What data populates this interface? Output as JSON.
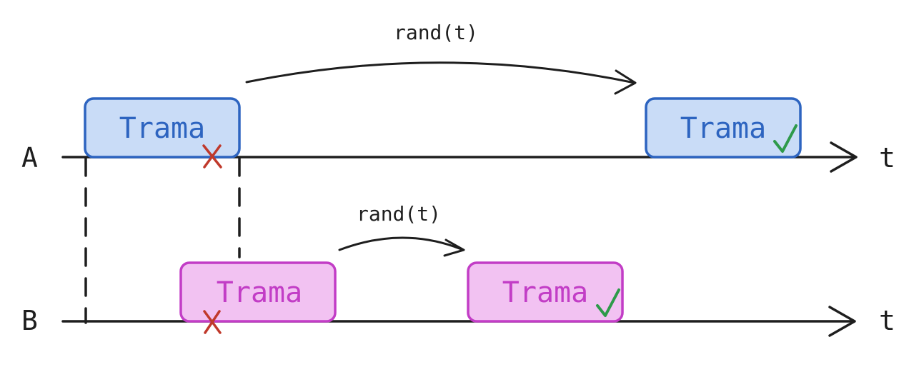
{
  "colors": {
    "line": "#1e1e1e",
    "frame_a_fill": "#c9dcf7",
    "frame_a_stroke": "#2d64c0",
    "frame_a_text": "#2d64c0",
    "frame_b_fill": "#f2c2f2",
    "frame_b_stroke": "#c23dc6",
    "frame_b_text": "#c23dc6",
    "collision": "#c0392b",
    "success": "#2e9a4a"
  },
  "station_a": {
    "label": "A",
    "time_label": "t",
    "frame_first_label": "Trama",
    "frame_retry_label": "Trama",
    "backoff_label": "rand(t)"
  },
  "station_b": {
    "label": "B",
    "time_label": "t",
    "frame_first_label": "Trama",
    "frame_retry_label": "Trama",
    "backoff_label": "rand(t)"
  },
  "icons": {
    "collision": "cross-icon",
    "success": "check-icon"
  }
}
